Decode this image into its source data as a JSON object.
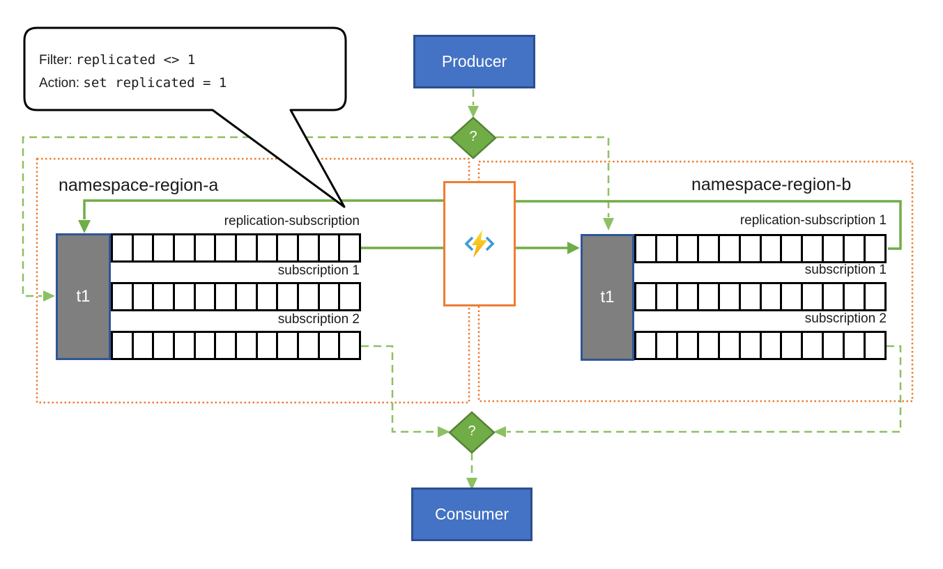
{
  "callout": {
    "filter_label": "Filter:",
    "filter_code": "replicated <> 1",
    "action_label": "Action:",
    "action_code": "set replicated = 1"
  },
  "producer": {
    "label": "Producer"
  },
  "consumer": {
    "label": "Consumer"
  },
  "routers": {
    "top": "?",
    "bottom": "?"
  },
  "function_box": {
    "icon": "azure-functions-icon"
  },
  "regions": {
    "a": {
      "title": "namespace-region-a",
      "topic_label": "t1",
      "subscription_labels": [
        "replication-subscription",
        "subscription 1",
        "subscription 2"
      ],
      "cells_per_row": 12
    },
    "b": {
      "title": "namespace-region-b",
      "topic_label": "t1",
      "subscription_labels": [
        "replication-subscription 1",
        "subscription 1",
        "subscription 2"
      ],
      "cells_per_row": 12
    }
  },
  "colors": {
    "node_blue": "#4472C4",
    "node_blue_border": "#2C4F8E",
    "topic_gray": "#7F7F7F",
    "topic_border": "#2F5597",
    "green_solid": "#70AD47",
    "green_dark": "#548235",
    "green_dashed": "#8CC063",
    "orange": "#ED7D31",
    "bolt_yellow": "#FFC800",
    "bracket_blue": "#3B9BD8"
  }
}
